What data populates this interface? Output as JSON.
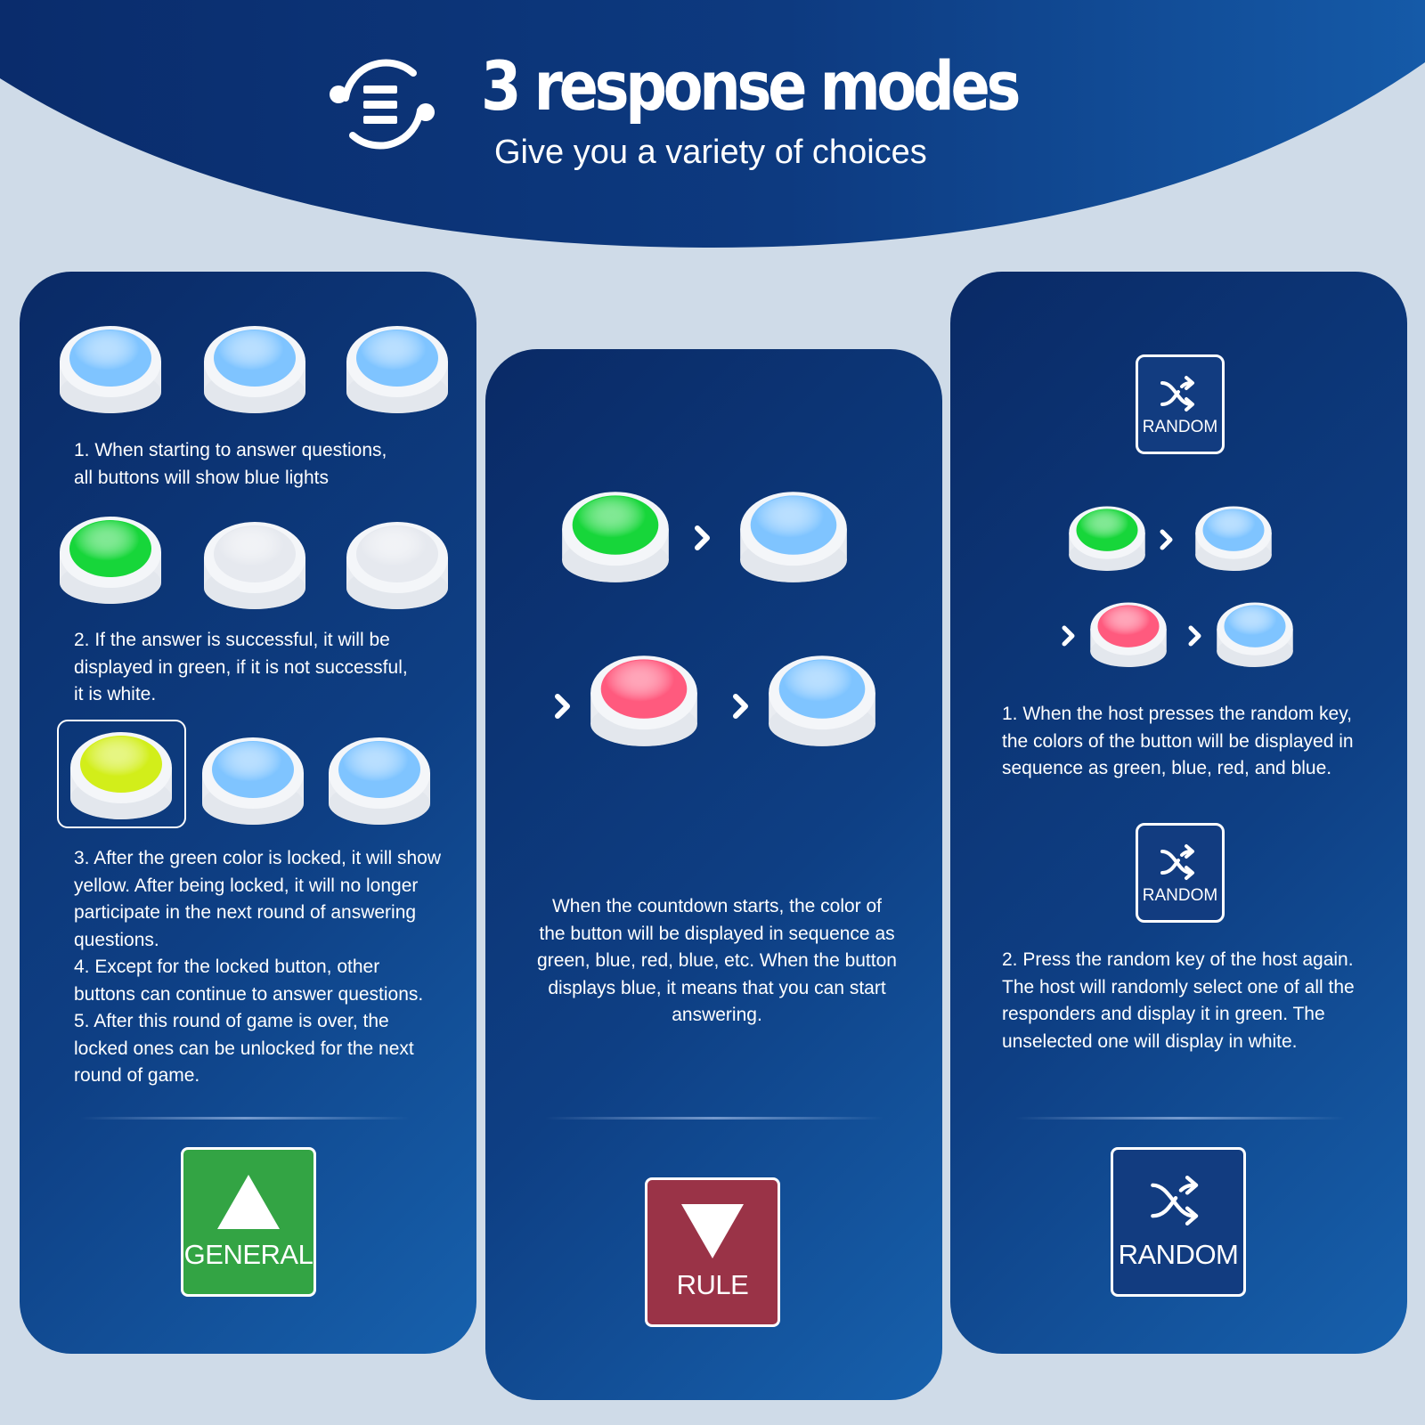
{
  "header": {
    "title": "3 response modes",
    "subtitle": "Give you a variety of choices",
    "icon": "list-cycle-icon"
  },
  "colors": {
    "dark_blue": "#062c6b",
    "panel_blue": "#0e3f84",
    "light_bg": "#cfdbe8",
    "button_blue": "#7fc4ff",
    "button_green": "#17d63a",
    "button_red": "#ff5a7e",
    "button_yellow": "#d2ee1a",
    "button_white": "#e6e9ef",
    "general_green": "#33a444",
    "rule_red": "#9a3347",
    "random_blue": "#123c80"
  },
  "general_panel": {
    "rows": [
      {
        "buttons": [
          "blue",
          "blue",
          "blue"
        ]
      },
      {
        "buttons": [
          "green",
          "white",
          "white"
        ]
      },
      {
        "buttons": [
          "yellow",
          "blue",
          "blue"
        ]
      }
    ],
    "step1_line1": "1. When starting to answer questions,",
    "step1_line2": "all buttons will show blue lights",
    "step2_line1": "2. If the answer is successful, it will be",
    "step2_line2": "displayed in green, if it is not successful,",
    "step2_line3": "it is white.",
    "step3_line1": "3. After the green color is locked, it will show",
    "step3_line2": "yellow. After being locked, it will no longer",
    "step3_line3": "participate in the next round of answering",
    "step3_line4": "questions.",
    "step4_line1": "4. Except for the locked button, other",
    "step4_line2": "buttons can continue to answer questions.",
    "step5_line1": "5. After this round of game is over, the",
    "step5_line2": "locked ones can be unlocked for the next",
    "step5_line3": "round of game.",
    "badge_label": "GENERAL",
    "badge_icon": "triangle-up-icon"
  },
  "rule_panel": {
    "sequence": [
      "green",
      "blue",
      "red",
      "blue"
    ],
    "desc_line1": "When the countdown starts, the color of",
    "desc_line2": "the button will be displayed in sequence as",
    "desc_line3": "green, blue, red, blue, etc. When the button",
    "desc_line4": "displays blue, it means that you can start",
    "desc_line5": "answering.",
    "badge_label": "RULE",
    "badge_icon": "triangle-down-icon"
  },
  "random_panel": {
    "key_label": "RANDOM",
    "key_icon": "shuffle-icon",
    "sequence": [
      "green",
      "blue",
      "red",
      "blue"
    ],
    "step1_line1": "1. When the host presses the random key,",
    "step1_line2": "the colors of the button will be displayed in",
    "step1_line3": "sequence as green, blue, red, and blue.",
    "step2_line1": "2. Press the random key of the host again.",
    "step2_line2": "The host will randomly select one of all the",
    "step2_line3": "responders and display it in green. The",
    "step2_line4": "unselected one will display in white.",
    "badge_label": "RANDOM",
    "badge_icon": "shuffle-icon"
  }
}
